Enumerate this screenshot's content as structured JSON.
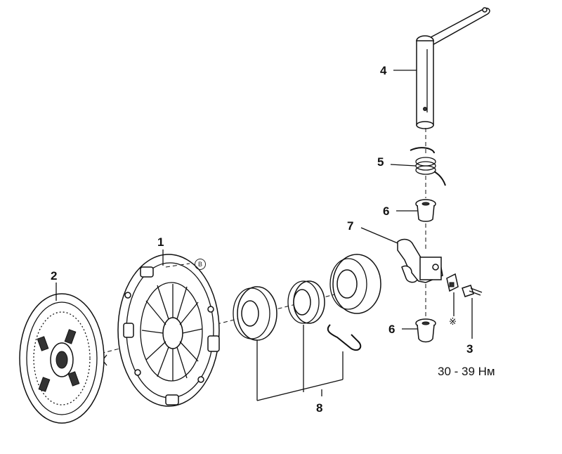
{
  "labels": {
    "p1": "1",
    "p2": "2",
    "p3": "3",
    "p4": "4",
    "p5": "5",
    "p6a": "6",
    "p6b": "6",
    "p7": "7",
    "p8": "8"
  },
  "torque": "30 - 39 Нм",
  "mark_b": "B",
  "mark_star": "※"
}
